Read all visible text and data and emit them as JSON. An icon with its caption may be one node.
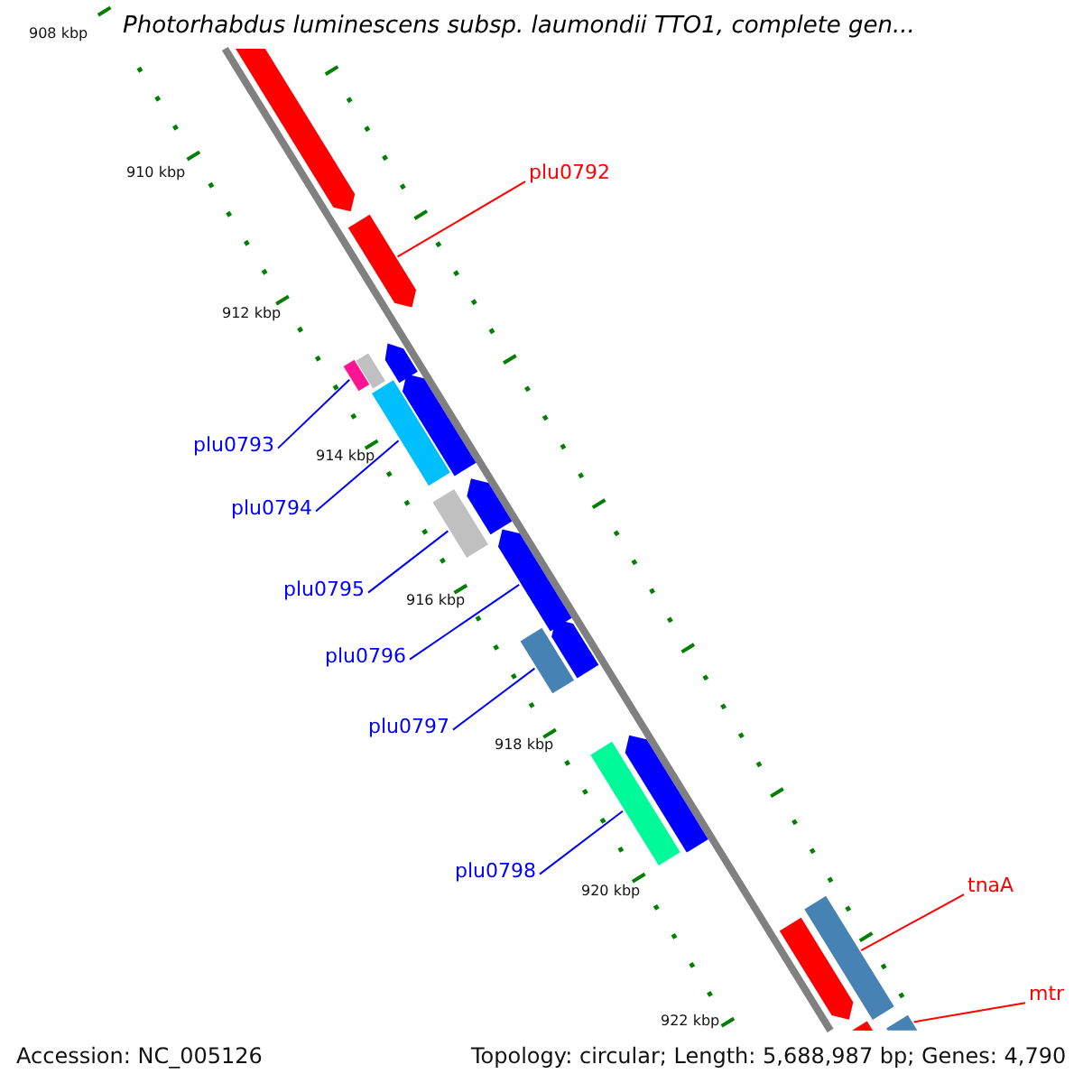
{
  "diagram": {
    "title": "Photorhabdus luminescens subsp. laumondii TTO1, complete gen...",
    "nodes": [
      {
        "text": [
          "plu0792"
        ]
      },
      {
        "text": [],
        "shape": "arrow"
      },
      {
        "text": [
          "plu0793"
        ]
      },
      {
        "text": [],
        "shape": "box"
      },
      {
        "text": [
          "plu0794"
        ]
      },
      {
        "text": [],
        "shape": "box"
      },
      {
        "text": [
          "plu0795"
        ]
      },
      {
        "text": [],
        "shape": "box"
      },
      {
        "text": [
          "plu0796"
        ]
      },
      {
        "text": [],
        "shape": "arrow"
      },
      {
        "text": [
          "plu0797"
        ]
      },
      {
        "text": [],
        "shape": "box"
      },
      {
        "text": [
          "plu0798"
        ]
      },
      {
        "text": [],
        "shape": "box"
      },
      {
        "text": [
          "tnaA"
        ]
      },
      {
        "text": [],
        "shape": "box"
      },
      {
        "text": [
          "mtr"
        ]
      },
      {
        "text": [],
        "shape": "box"
      },
      {
        "text": [],
        "shape": "arrow"
      },
      {
        "text": [],
        "shape": "box"
      },
      {
        "text": [],
        "shape": "arrow"
      },
      {
        "text": [],
        "shape": "arrow"
      },
      {
        "text": [],
        "shape": "arrow"
      },
      {
        "text": [],
        "shape": "arrow"
      },
      {
        "text": [],
        "shape": "arrow"
      },
      {
        "text": [],
        "shape": "arrow"
      },
      {
        "text": [],
        "shape": "arrow"
      }
    ],
    "edges": [
      {
        "from": 0,
        "to": 1,
        "arrow": "none",
        "color": "#ff0000"
      },
      {
        "from": 2,
        "to": 3,
        "arrow": "none"
      },
      {
        "from": 4,
        "to": 5,
        "arrow": "none"
      },
      {
        "from": 6,
        "to": 7,
        "arrow": "none"
      },
      {
        "from": 8,
        "to": 9,
        "arrow": "none"
      },
      {
        "from": 10,
        "to": 11,
        "arrow": "none"
      },
      {
        "from": 12,
        "to": 13,
        "arrow": "none"
      },
      {
        "from": 14,
        "to": 15,
        "arrow": "none",
        "color": "#ff0000"
      },
      {
        "from": 16,
        "to": 17,
        "arrow": "none",
        "color": "#ff0000"
      }
    ],
    "labels": [
      "908 kbp",
      "910 kbp",
      "912 kbp",
      "914 kbp",
      "916 kbp",
      "918 kbp",
      "920 kbp",
      "922 kbp",
      "Accession: NC_005126",
      "Topology: circular; Length: 5,688,987 bp; Genes: 4,790"
    ]
  }
}
